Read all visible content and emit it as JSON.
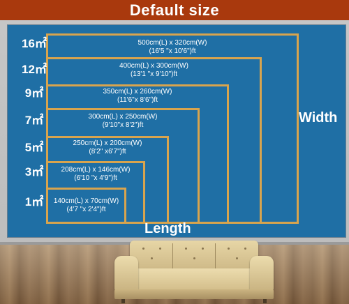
{
  "title": "Default size",
  "labels": {
    "width": "Width",
    "length": "Length"
  },
  "sizes": [
    {
      "area": "16㎡",
      "dim": "500cm(L) x 320cm(W)",
      "ft": "(16'5 \"x 10'6\")ft"
    },
    {
      "area": "12㎡",
      "dim": "400cm(L) x 300cm(W)",
      "ft": "(13'1 \"x 9'10\")ft"
    },
    {
      "area": "9㎡",
      "dim": "350cm(L) x 260cm(W)",
      "ft": "(11'6\"x 8'6\")ft"
    },
    {
      "area": "7㎡",
      "dim": "300cm(L) x 250cm(W)",
      "ft": "(9'10\"x 8'2\")ft"
    },
    {
      "area": "5㎡",
      "dim": "250cm(L) x 200cm(W)",
      "ft": "(8'2\" x6'7\")ft"
    },
    {
      "area": "3㎡",
      "dim": "208cm(L) x 146cm(W)",
      "ft": "(6'10 \"x 4'9\")ft"
    },
    {
      "area": "1㎡",
      "dim": "140cm(L) x 70cm(W)",
      "ft": "(4'7 \"x 2'4\")ft"
    }
  ],
  "colors": {
    "title_bar": "#a9390d",
    "mural": "#1f6fa5",
    "frame": "#d8a44e",
    "sofa": "#e7d6a6"
  }
}
